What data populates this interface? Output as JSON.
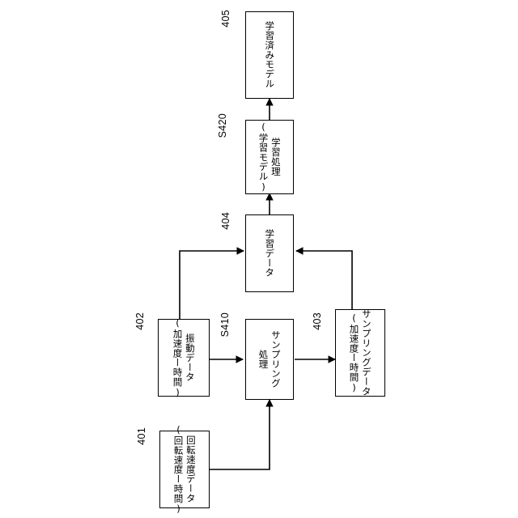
{
  "figure": {
    "type": "patent-block-diagram",
    "orientation": "rotated-90-ccw",
    "background_color": "#ffffff",
    "line_color": "#000000"
  },
  "nodes": {
    "trained_model": {
      "ref": "405",
      "line1": "学習済みモデル",
      "line2": ""
    },
    "learning_process": {
      "ref": "S420",
      "line1": "学習処理",
      "line2": "(学習モデル)"
    },
    "training_data": {
      "ref": "404",
      "line1": "学習データ",
      "line2": ""
    },
    "vibration_data": {
      "ref": "402",
      "line1": "振動データ",
      "line2": "(加速度ー時間)"
    },
    "sampling_process": {
      "ref": "S410",
      "line1": "サンプリング",
      "line2": "処理"
    },
    "sampling_data": {
      "ref": "403",
      "line1": "サンプリングデータ",
      "line2": "(加速度ー時間)"
    },
    "rotation_speed_data": {
      "ref": "401",
      "line1": "回転速度データ",
      "line2": "(回転速度ー時間)"
    }
  },
  "connections": [
    {
      "name": "vibration-to-sampling",
      "from": "402",
      "to": "S410"
    },
    {
      "name": "sampling-to-sampling-data",
      "from": "S410",
      "to": "403"
    },
    {
      "name": "rotation-speed-to-sampling",
      "from": "401",
      "to": "S410"
    },
    {
      "name": "vibration-to-training-data",
      "from": "402",
      "to": "404"
    },
    {
      "name": "sampling-data-to-training-data",
      "from": "403",
      "to": "404"
    },
    {
      "name": "training-data-to-learning-process",
      "from": "404",
      "to": "S420"
    },
    {
      "name": "learning-process-to-trained-model",
      "from": "S420",
      "to": "405"
    }
  ]
}
